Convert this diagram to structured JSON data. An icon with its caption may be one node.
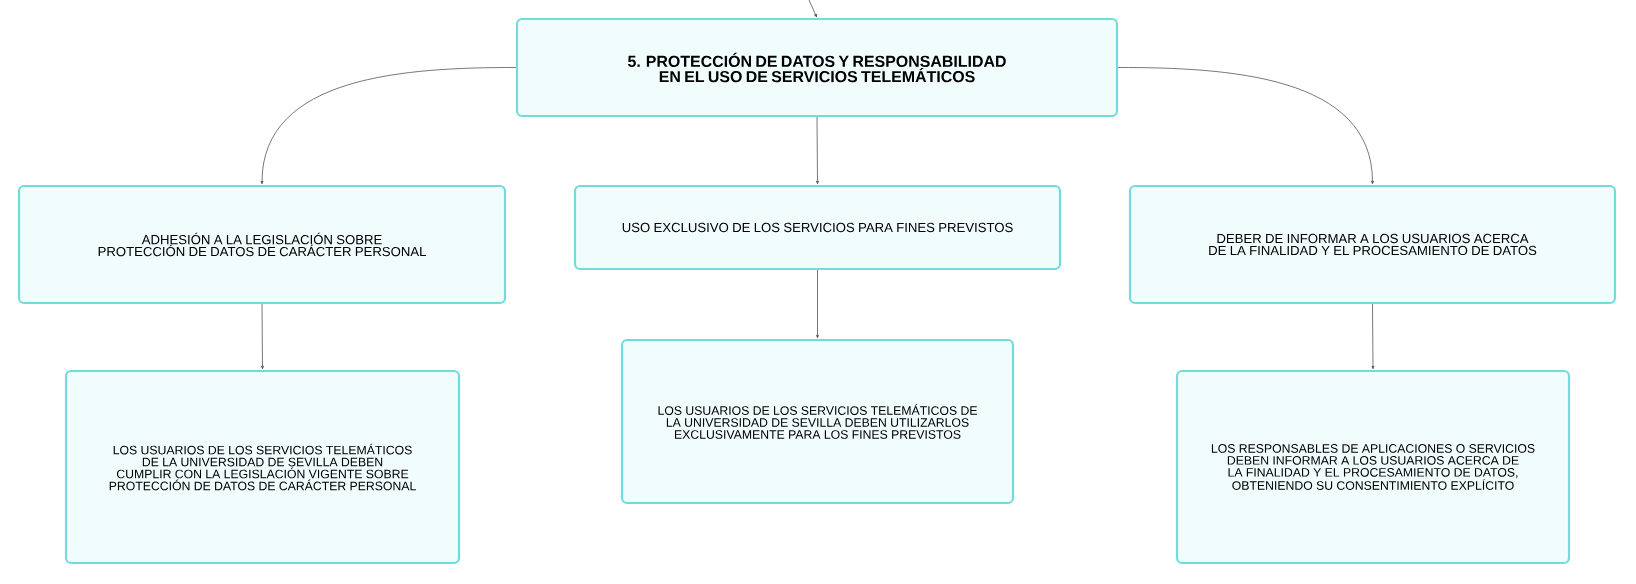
{
  "diagram": {
    "nodes": [
      {
        "text": [
          "5. PROTECCIÓN DE DATOS Y RESPONSABILIDAD EN EL USO DE SERVICIOS TELEMÁTICOS"
        ]
      },
      {
        "text": [
          "ADHESIÓN A LA LEGISLACIÓN SOBRE PROTECCIÓN DE DATOS DE CARÁCTER PERSONAL"
        ]
      },
      {
        "text": [
          "USO EXCLUSIVO DE LOS SERVICIOS PARA FINES PREVISTOS"
        ]
      },
      {
        "text": [
          "DEBER DE INFORMAR A LOS USUARIOS ACERCA DE LA FINALIDAD Y EL PROCESAMIENTO DE DATOS"
        ]
      },
      {
        "text": [
          "LOS USUARIOS DE LOS SERVICIOS TELEMÁTICOS DE LA UNIVERSIDAD DE SEVILLA DEBEN CUMPLIR CON LA LEGISLACIÓN VIGENTE SOBRE PROTECCIÓN DE DATOS DE CARÁCTER PERSONAL"
        ]
      },
      {
        "text": [
          "LOS USUARIOS DE LOS SERVICIOS TELEMÁTICOS DE LA UNIVERSIDAD DE SEVILLA DEBEN UTILIZARLOS EXCLUSIVAMENTE PARA LOS FINES PREVISTOS"
        ]
      },
      {
        "text": [
          "LOS RESPONSABLES DE APLICACIONES O SERVICIOS DEBEN INFORMAR A LOS USUARIOS ACERCA DE LA FINALIDAD Y EL PROCESAMIENTO DE DATOS, OBTENIENDO SU CONSENTIMIENTO EXPLÍCITO"
        ]
      }
    ],
    "edges": [
      {
        "from": null,
        "to": 0,
        "arrow": "to"
      },
      {
        "from": 0,
        "to": 1,
        "arrow": "to"
      },
      {
        "from": 0,
        "to": 2,
        "arrow": "to"
      },
      {
        "from": 0,
        "to": 3,
        "arrow": "to"
      },
      {
        "from": 1,
        "to": 4,
        "arrow": "to"
      },
      {
        "from": 2,
        "to": 5,
        "arrow": "to"
      },
      {
        "from": 3,
        "to": 6,
        "arrow": "to"
      }
    ]
  }
}
